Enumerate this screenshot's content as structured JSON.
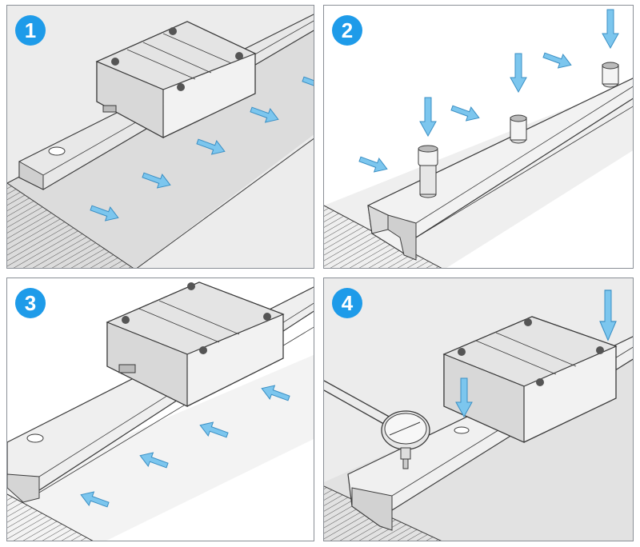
{
  "colors": {
    "accent": "#1e9be9",
    "arrow_fill": "#7cc6ee",
    "arrow_stroke": "#3a8fc4",
    "line": "#3a3a3a"
  },
  "steps": [
    {
      "number": "1",
      "arrow_icon": "direction-arrow-icon"
    },
    {
      "number": "2",
      "arrow_icon": "direction-arrow-icon"
    },
    {
      "number": "3",
      "arrow_icon": "direction-arrow-icon"
    },
    {
      "number": "4",
      "arrow_icon": "direction-arrow-icon"
    }
  ]
}
